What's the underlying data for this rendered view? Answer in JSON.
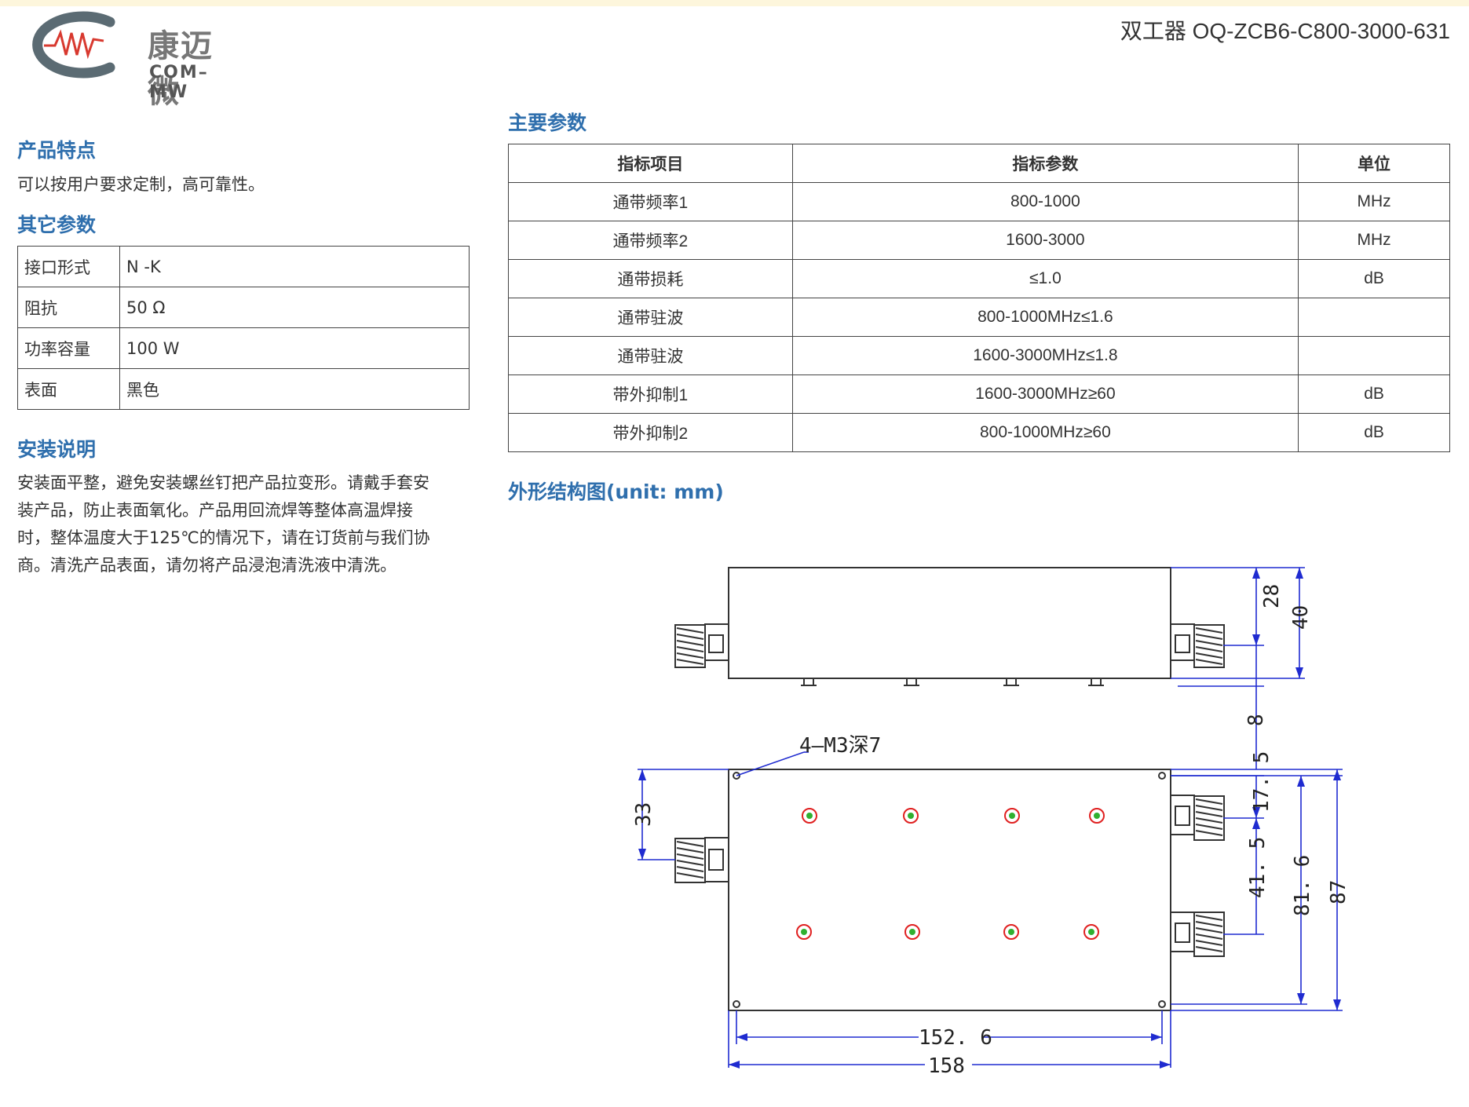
{
  "header": {
    "logo_cn": "康迈微",
    "logo_en": "COM–MW",
    "doc_title": "双工器 OQ-ZCB6-C800-3000-631"
  },
  "features": {
    "heading": "产品特点",
    "text": "可以按用户要求定制，高可靠性。"
  },
  "other_params": {
    "heading": "其它参数",
    "rows": [
      {
        "key": "接口形式",
        "value": "N -K"
      },
      {
        "key": "阻抗",
        "value": "50 Ω"
      },
      {
        "key": "功率容量",
        "value": "100 W"
      },
      {
        "key": "表面",
        "value": "黑色"
      }
    ]
  },
  "install": {
    "heading": "安装说明",
    "lines": [
      "安装面平整，避免安装螺丝钉把产品拉变形。请戴手套安",
      "装产品，防止表面氧化。产品用回流焊等整体高温焊接",
      "时，整体温度大于125℃的情况下，请在订货前与我们协",
      "商。清洗产品表面，请勿将产品浸泡清洗液中清洗。"
    ]
  },
  "main_params": {
    "heading": "主要参数",
    "headers": [
      "指标项目",
      "指标参数",
      "单位"
    ],
    "rows": [
      [
        "通带频率1",
        "800-1000",
        "MHz"
      ],
      [
        "通带频率2",
        "1600-3000",
        "MHz"
      ],
      [
        "通带损耗",
        "≤1.0",
        "dB"
      ],
      [
        "通带驻波",
        "800-1000MHz≤1.6",
        ""
      ],
      [
        "通带驻波",
        "1600-3000MHz≤1.8",
        ""
      ],
      [
        "带外抑制1",
        "1600-3000MHz≥60",
        "dB"
      ],
      [
        "带外抑制2",
        "800-1000MHz≥60",
        "dB"
      ]
    ]
  },
  "outline": {
    "heading": "外形结构图(unit: mm)",
    "dims": {
      "d28": "28",
      "d40": "40",
      "d8": "8",
      "d33": "33",
      "d17_5": "17. 5",
      "d41_5": "41. 5",
      "d81_6": "81. 6",
      "d87": "87",
      "d152_6": "152. 6",
      "d158": "158",
      "hole_note": "4—M3深7"
    }
  }
}
